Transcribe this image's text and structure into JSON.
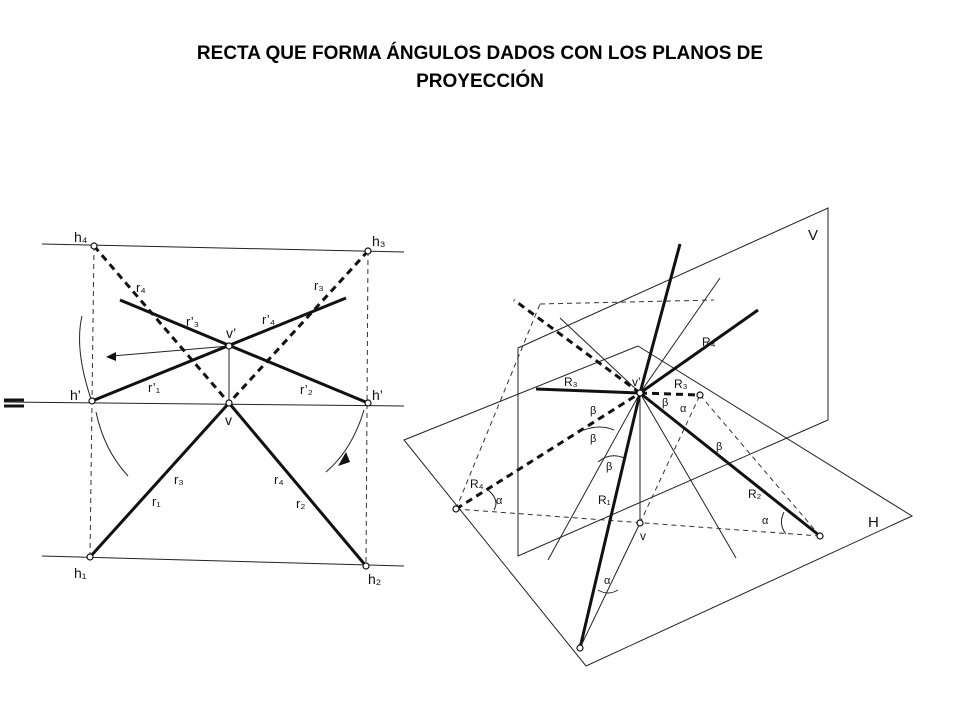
{
  "title": {
    "line1": "RECTA QUE FORMA ÁNGULOS DADOS CON LOS PLANOS DE",
    "line2": "PROYECCIÓN"
  },
  "left_diagram": {
    "points": {
      "h4": "h₄",
      "h3": "h₃",
      "h1": "h₁",
      "h2": "h₂",
      "h_prime_left": "h’",
      "h_prime_right": "h’",
      "v_prime": "v’",
      "v": "v"
    },
    "lines": {
      "r4": "r₄",
      "r3": "r₃",
      "r3_prime": "r’₃",
      "r4_prime": "r’₄",
      "r1_prime": "r’₁",
      "r2_prime": "r’₂",
      "r3_lower": "r₃",
      "r1": "r₁",
      "r4_lower": "r₄",
      "r2": "r₂"
    }
  },
  "right_diagram": {
    "planes": {
      "vertical": "V",
      "horizontal": "H"
    },
    "points": {
      "v_prime": "v’",
      "v": "v"
    },
    "lines": {
      "R4_top": "R₄",
      "R3_left": "R₃",
      "R3_right": "R₃",
      "R4_left": "R₄",
      "R1": "R₁",
      "R2": "R₂"
    },
    "angles": {
      "alpha": "α",
      "beta": "β"
    }
  }
}
